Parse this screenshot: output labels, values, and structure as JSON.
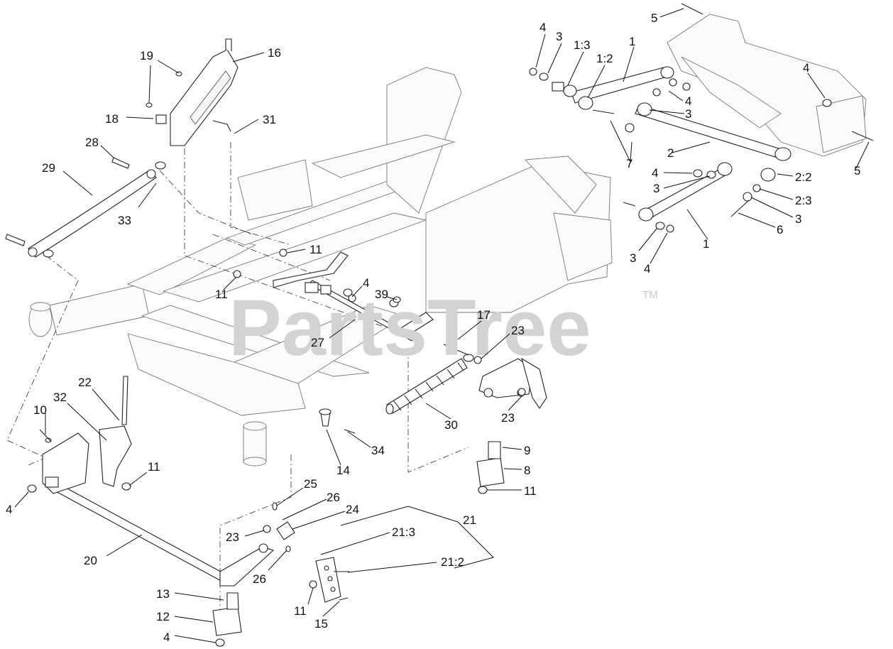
{
  "watermark": {
    "brand": "PartsTree",
    "tm": "TM"
  },
  "callouts": {
    "c1a": "1",
    "c1b": "1",
    "c1_2": "1:2",
    "c1_3": "1:3",
    "c2": "2",
    "c2_2": "2:2",
    "c2_3": "2:3",
    "c3a": "3",
    "c3b": "3",
    "c3c": "3",
    "c3d": "3",
    "c3e": "3",
    "c4a": "4",
    "c4b": "4",
    "c4c": "4",
    "c4d": "4",
    "c4e": "4",
    "c4f": "4",
    "c4g": "4",
    "c4h": "4",
    "c5a": "5",
    "c5b": "5",
    "c6": "6",
    "c7": "7",
    "c8": "8",
    "c9": "9",
    "c10": "10",
    "c11a": "11",
    "c11b": "11",
    "c11c": "11",
    "c11d": "11",
    "c11e": "11",
    "c12": "12",
    "c13": "13",
    "c14": "14",
    "c15": "15",
    "c16": "16",
    "c17": "17",
    "c18": "18",
    "c19": "19",
    "c20": "20",
    "c21": "21",
    "c21_2": "21:2",
    "c21_3": "21:3",
    "c22": "22",
    "c23a": "23",
    "c23b": "23",
    "c23c": "23",
    "c24": "24",
    "c25": "25",
    "c26a": "26",
    "c26b": "26",
    "c27": "27",
    "c28": "28",
    "c29": "29",
    "c30": "30",
    "c31": "31",
    "c32": "32",
    "c33": "33",
    "c34": "34",
    "c39": "39"
  }
}
